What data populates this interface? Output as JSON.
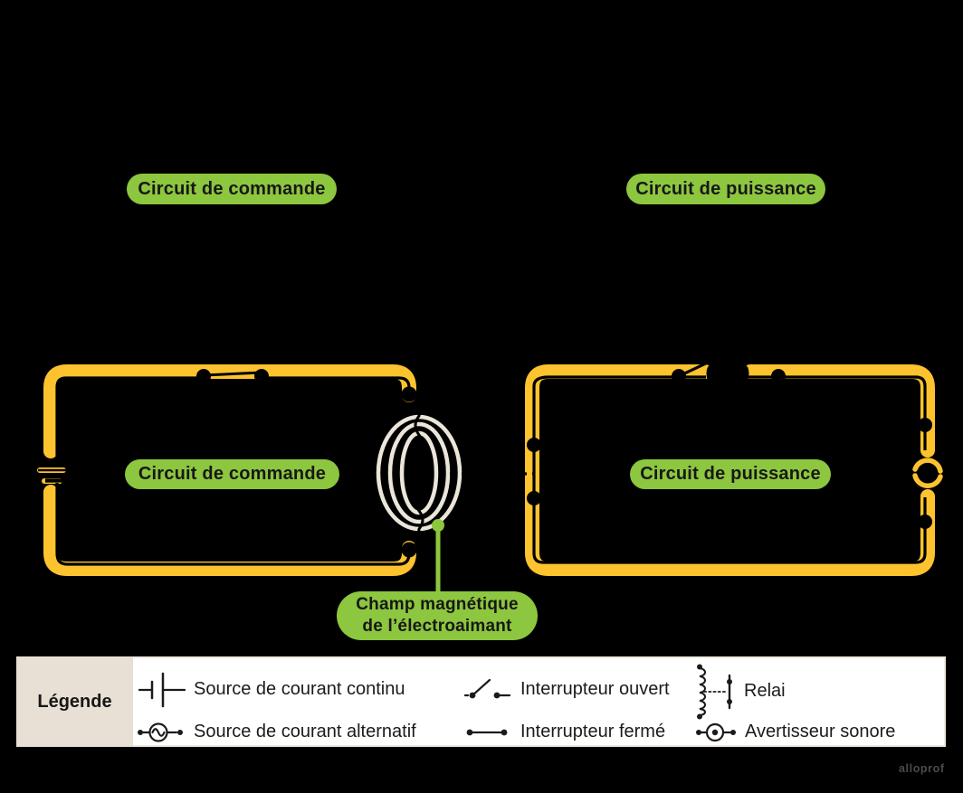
{
  "colors": {
    "background": "#000000",
    "wire_highlight_yellow": "#fdc32f",
    "label_green": "#8dc63f",
    "field_lines_cream": "#ebe5da",
    "legend_background": "#ffffff",
    "legend_title_background": "#e8dfd5",
    "text_black": "#171717",
    "watermark_gray": "#4b4b4b"
  },
  "labels": {
    "top_control": "Circuit de commande",
    "top_power": "Circuit de puissance",
    "circuit_control": "Circuit de commande",
    "circuit_power": "Circuit de puissance"
  },
  "annotation": {
    "line1": "Champ magnétique",
    "line2": "de l’électroaimant"
  },
  "legend": {
    "title": "Légende",
    "items": [
      {
        "icon": "dc-source-icon",
        "label": "Source de courant continu"
      },
      {
        "icon": "ac-source-icon",
        "label": "Source de courant alternatif"
      },
      {
        "icon": "open-switch-icon",
        "label": "Interrupteur ouvert"
      },
      {
        "icon": "closed-switch-icon",
        "label": "Interrupteur fermé"
      },
      {
        "icon": "relay-icon",
        "label": "Relai"
      },
      {
        "icon": "buzzer-icon",
        "label": "Avertisseur sonore"
      }
    ]
  },
  "watermark": "alloprof"
}
